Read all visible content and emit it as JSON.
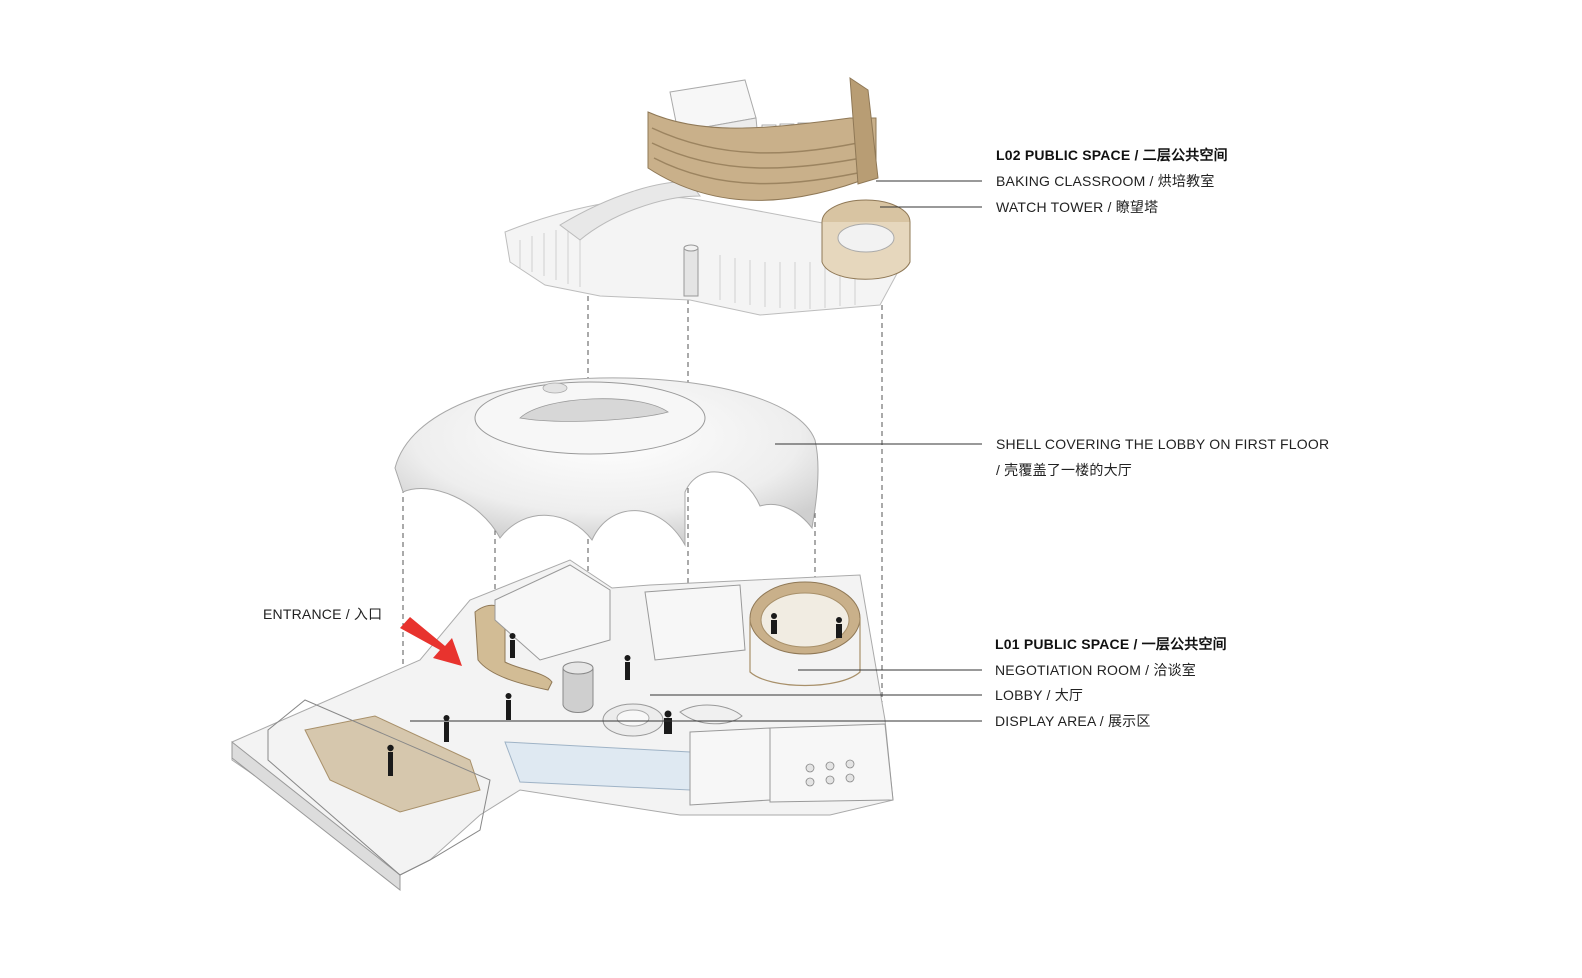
{
  "level_2": {
    "heading": "L02 PUBLIC SPACE / 二层公共空间",
    "items": [
      "BAKING CLASSROOM / 烘培教室",
      "WATCH TOWER / 瞭望塔"
    ]
  },
  "shell": {
    "line_1": "SHELL COVERING THE LOBBY ON FIRST FLOOR",
    "line_2": "/ 壳覆盖了一楼的大厅"
  },
  "level_1": {
    "heading": "L01 PUBLIC SPACE / 一层公共空间",
    "items": [
      "NEGOTIATION ROOM / 洽谈室",
      "LOBBY / 大厅",
      "DISPLAY AREA / 展示区"
    ]
  },
  "entrance": {
    "label": "ENTRANCE / 入口"
  },
  "colors": {
    "wood": "#c9b08a",
    "wood_dark": "#a8906a",
    "floor_tan": "#d6c7ad",
    "water": "#dfe9f2",
    "arrow_red": "#e8332e",
    "leader_line": "#333333",
    "dash_line": "#555555"
  }
}
